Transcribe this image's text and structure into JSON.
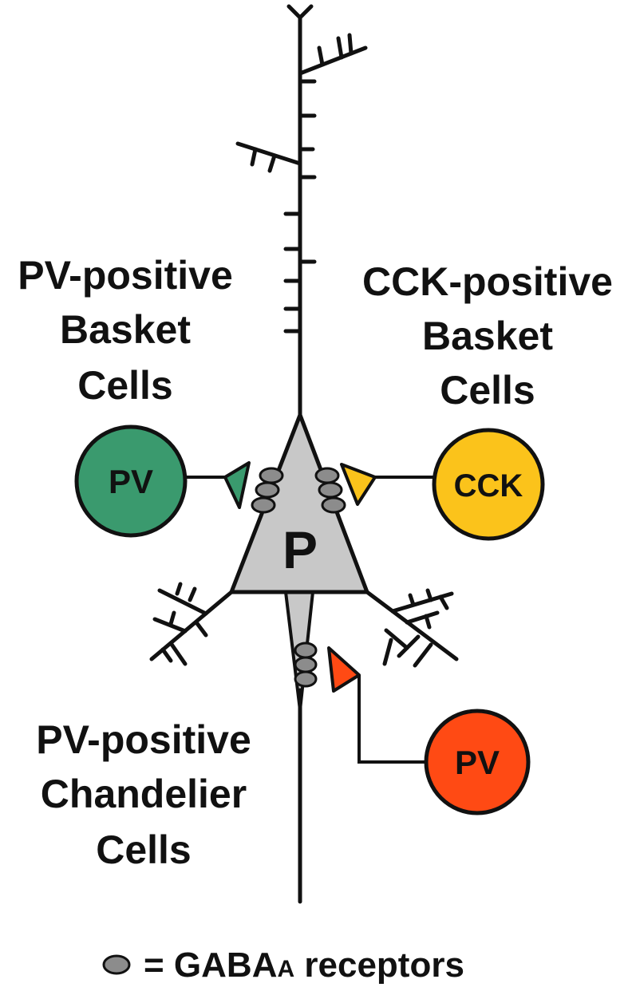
{
  "labels": {
    "pv_basket": [
      "PV-positive",
      "Basket",
      "Cells"
    ],
    "cck_basket": [
      "CCK-positive",
      "Basket",
      "Cells"
    ],
    "pv_chandelier": [
      "PV-positive",
      "Chandelier",
      "Cells"
    ],
    "pyramidal": "P",
    "pv_basket_cell": "PV",
    "cck_cell": "CCK",
    "pv_chandelier_cell": "PV"
  },
  "legend": {
    "equals": "= GABA",
    "subscript": "A",
    "suffix": " receptors"
  },
  "colors": {
    "pv_basket": "#3a9a6e",
    "cck_basket": "#fbc31b",
    "pv_chandelier": "#ff4a14",
    "pyramidal": "#c8c8c8",
    "receptor": "#8c8c8c"
  }
}
